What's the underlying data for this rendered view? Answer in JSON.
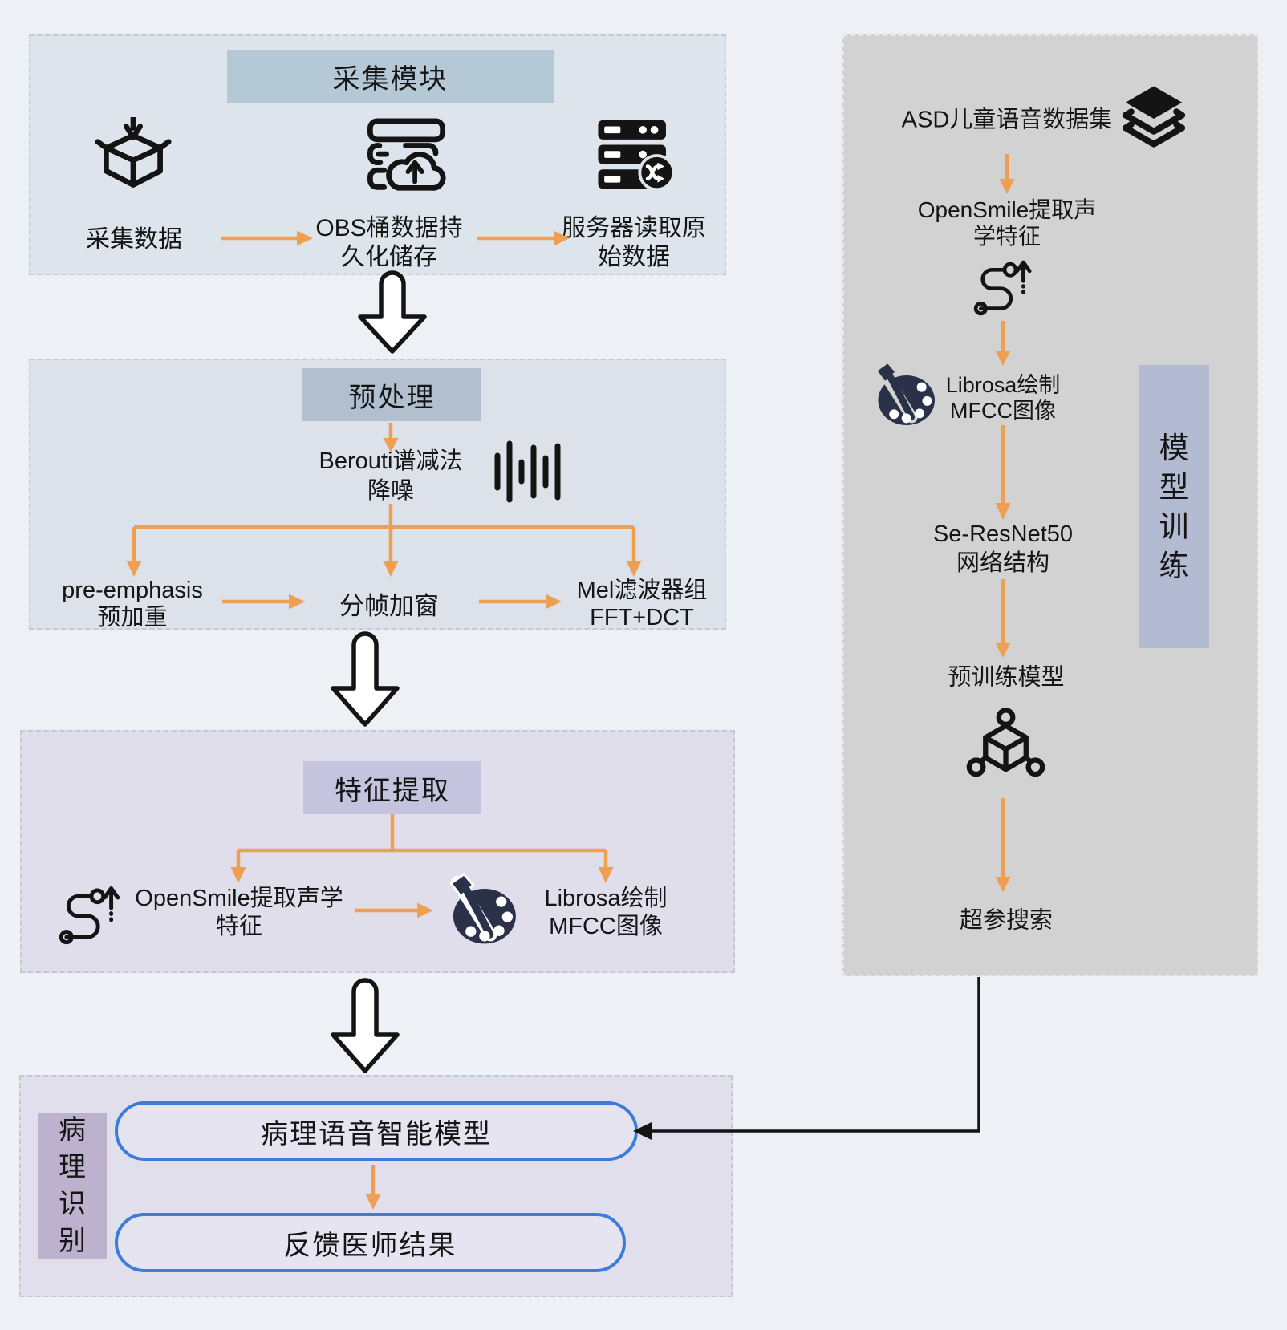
{
  "collection": {
    "title": "采集模块",
    "item1": "采集数据",
    "item2_l1": "OBS桶数据持",
    "item2_l2": "久化储存",
    "item3_l1": "服务器读取原",
    "item3_l2": "始数据"
  },
  "preprocess": {
    "title": "预处理",
    "denoise_l1": "Berouti谱减法",
    "denoise_l2": "降噪",
    "step1_l1": "pre-emphasis",
    "step1_l2": "预加重",
    "step2": "分帧加窗",
    "step3_l1": "Mel滤波器组",
    "step3_l2": "FFT+DCT"
  },
  "feature": {
    "title": "特征提取",
    "left_l1": "OpenSmile提取声学",
    "left_l2": "特征",
    "right_l1": "Librosa绘制",
    "right_l2": "MFCC图像"
  },
  "pathology": {
    "side_label": "病\n理\n识\n别",
    "node1": "病理语音智能模型",
    "node2": "反馈医师结果"
  },
  "training": {
    "side_label": "模\n型\n训\n练",
    "dataset": "ASD儿童语音数据集",
    "opensmile_l1": "OpenSmile提取声",
    "opensmile_l2": "学特征",
    "librosa_l1": "Librosa绘制",
    "librosa_l2": "MFCC图像",
    "resnet_l1": "Se-ResNet50",
    "resnet_l2": "网络结构",
    "pretrain": "预训练模型",
    "hyper": "超参搜索"
  },
  "icons": {
    "collection_item1": "package-download-icon",
    "collection_item2": "cloud-upload-server-icon",
    "collection_item3": "server-shuffle-icon",
    "preprocess_denoise": "waveform-icon",
    "feature_left": "route-up-icon",
    "feature_mid": "palette-icon",
    "training_dataset": "layers-icon",
    "training_librosa": "palette-icon",
    "training_pretrain": "cube-nodes-icon"
  },
  "colors": {
    "page_bg": "#edf1f6",
    "box_collection_bg": "#dde4eb",
    "box_preprocess_bg": "#dde1e9",
    "box_feature_bg": "#e1deeb",
    "box_pathology_bg": "#e2dfec",
    "box_training_bg": "#d2d2d2",
    "header_collection_bg": "#b5c8d6",
    "header_preprocess_bg": "#b1bfce",
    "header_feature_bg": "#c5c4df",
    "label_training_bg": "#b3bbd3",
    "label_pathology_bg": "#bdb2ce",
    "flow_arrow": "#ef9f52",
    "node_border": "#3b7dd8",
    "ink": "#141414",
    "palette_icon": "#2a3148"
  }
}
